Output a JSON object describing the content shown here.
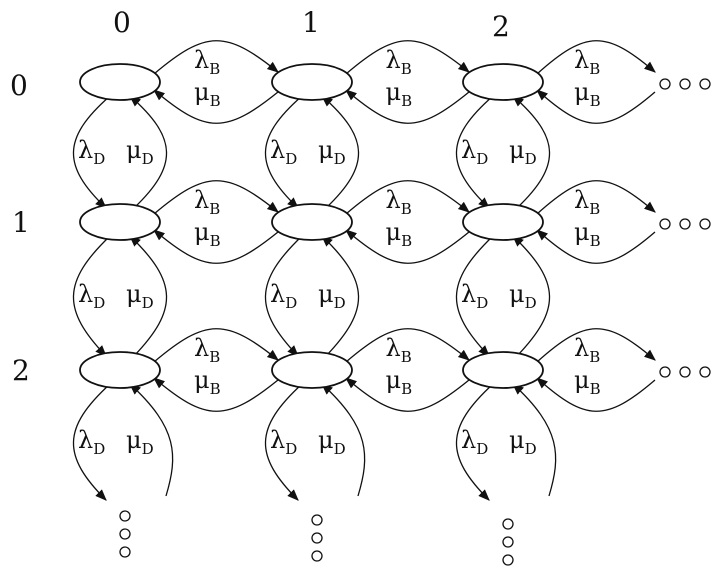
{
  "column_headers": [
    "0",
    "1",
    "2"
  ],
  "row_headers": [
    "0",
    "1",
    "2"
  ],
  "rates": {
    "birth": "λB",
    "death": "μB",
    "birth_vertical": "λD",
    "death_vertical": "μD"
  }
}
